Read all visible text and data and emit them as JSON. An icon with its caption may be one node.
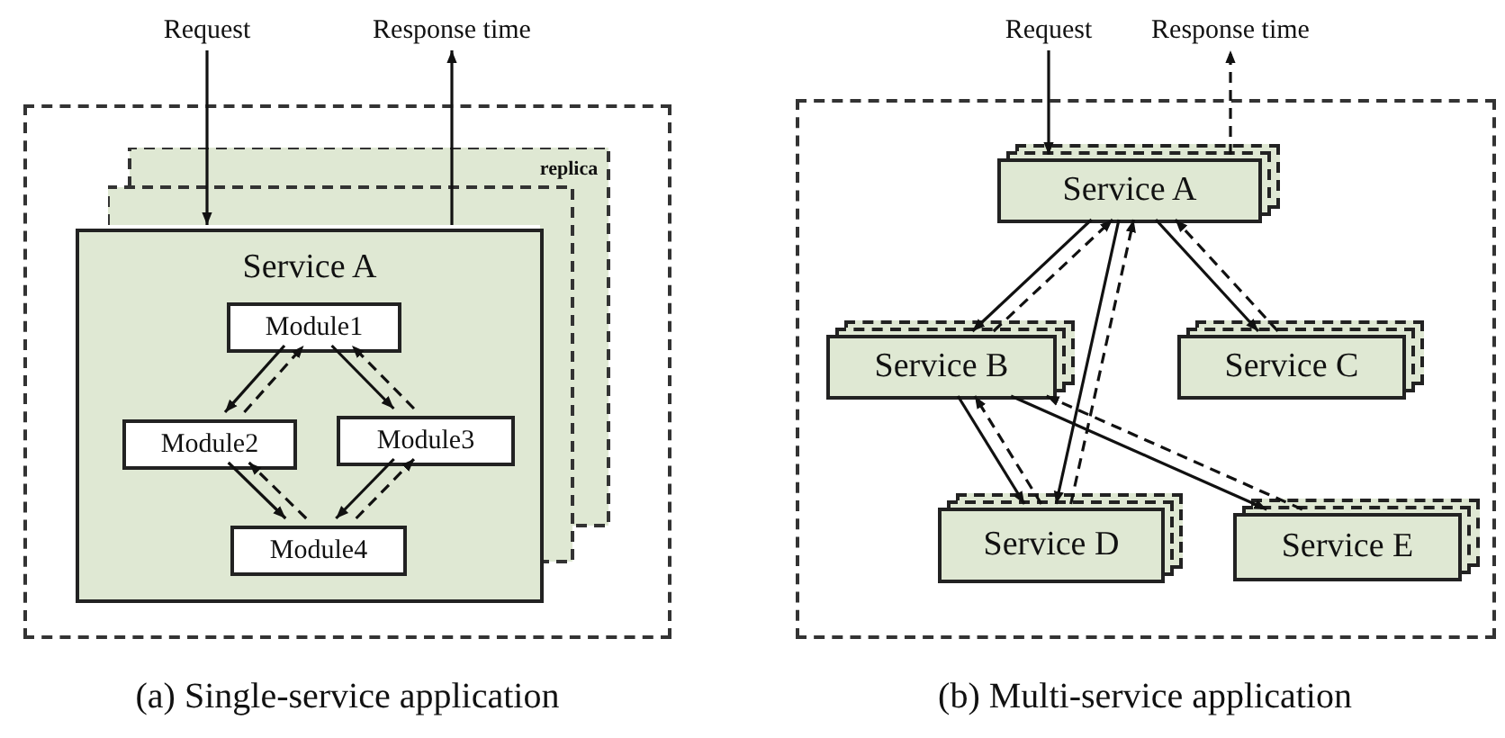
{
  "diagram": {
    "nodes": [
      {
        "text": [
          "Request"
        ]
      },
      {
        "text": [
          "Response time"
        ]
      },
      {
        "text": [],
        "shape": "box"
      },
      {
        "text": [
          "Service A"
        ],
        "in": 2
      },
      {
        "text": [
          "Module1"
        ],
        "in": 3
      },
      {
        "text": [
          "Module2"
        ],
        "in": 3
      },
      {
        "text": [
          "Module3"
        ],
        "in": 3
      },
      {
        "text": [
          "Module4"
        ],
        "in": 3
      },
      {
        "text": [
          "Request"
        ]
      },
      {
        "text": [
          "Response time"
        ]
      },
      {
        "text": [],
        "shape": "box"
      },
      {
        "text": [
          "Service A"
        ],
        "in": 10
      },
      {
        "text": [
          "Service B"
        ],
        "in": 10
      },
      {
        "text": [
          "Service C"
        ],
        "in": 10
      },
      {
        "text": [
          "Service D"
        ],
        "in": 10
      },
      {
        "text": [
          "Service E"
        ],
        "in": 10
      }
    ],
    "edges": [
      {
        "from": 0,
        "to": 3,
        "arrow": "to"
      },
      {
        "from": 3,
        "to": 1,
        "arrow": "to"
      },
      {
        "from": 4,
        "to": 5,
        "arrow": "to"
      },
      {
        "from": 5,
        "to": 4,
        "arrow": "to",
        "style": "dashed"
      },
      {
        "from": 4,
        "to": 6,
        "arrow": "to"
      },
      {
        "from": 6,
        "to": 4,
        "arrow": "to",
        "style": "dashed"
      },
      {
        "from": 5,
        "to": 7,
        "arrow": "to"
      },
      {
        "from": 7,
        "to": 5,
        "arrow": "to",
        "style": "dashed"
      },
      {
        "from": 6,
        "to": 7,
        "arrow": "to"
      },
      {
        "from": 7,
        "to": 6,
        "arrow": "to",
        "style": "dashed"
      },
      {
        "from": 8,
        "to": 11,
        "arrow": "to"
      },
      {
        "from": 11,
        "to": 9,
        "arrow": "to",
        "style": "dashed"
      },
      {
        "from": 11,
        "to": 12,
        "arrow": "to"
      },
      {
        "from": 12,
        "to": 11,
        "arrow": "to",
        "style": "dashed"
      },
      {
        "from": 11,
        "to": 13,
        "arrow": "to"
      },
      {
        "from": 13,
        "to": 11,
        "arrow": "to",
        "style": "dashed"
      },
      {
        "from": 11,
        "to": 14,
        "arrow": "to"
      },
      {
        "from": 14,
        "to": 11,
        "arrow": "to",
        "style": "dashed"
      },
      {
        "from": 12,
        "to": 14,
        "arrow": "to"
      },
      {
        "from": 14,
        "to": 12,
        "arrow": "to",
        "style": "dashed"
      },
      {
        "from": 12,
        "to": 15,
        "arrow": "to"
      },
      {
        "from": 15,
        "to": 12,
        "arrow": "to",
        "style": "dashed"
      }
    ],
    "labels": [
      "replica",
      "(a) Single-service application",
      "(b) Multi-service application"
    ]
  }
}
